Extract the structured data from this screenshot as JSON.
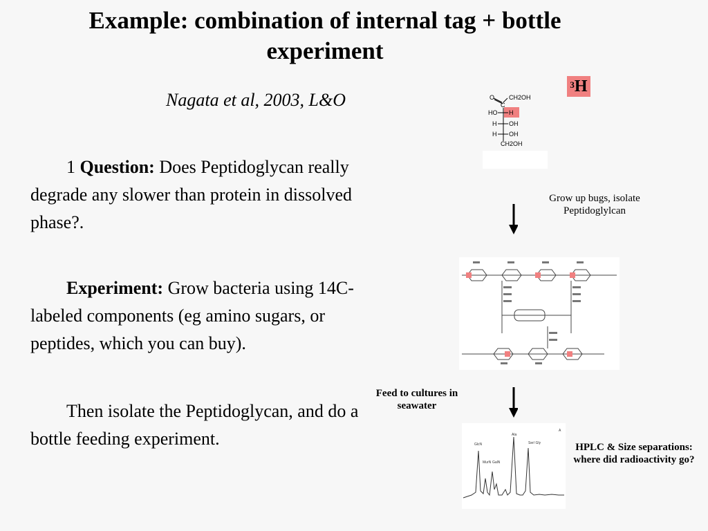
{
  "slide": {
    "title": "Example: combination of  internal tag + bottle experiment",
    "subtitle": "Nagata et al, 2003, L&O",
    "tag": {
      "sup": "3",
      "element": "H",
      "color": "#f08080"
    }
  },
  "body": {
    "p1_number": "1",
    "p1_label": "Question:",
    "p1_text": " Does Peptidoglycan really degrade any slower than protein in dissolved phase?.",
    "p2_label": "Experiment:",
    "p2_text": " Grow bacteria using 14C- labeled components (eg amino sugars, or peptides, which you can buy).",
    "p3_text": "Then isolate the Peptidoglycan, and do a bottle feeding experiment."
  },
  "molecule": {
    "top_left": "O",
    "top_right": "CH2OH",
    "c": "C",
    "row1": [
      "HO",
      "H"
    ],
    "row2": [
      "H",
      "OH"
    ],
    "row3": [
      "H",
      "OH"
    ],
    "bottom": "CH2OH"
  },
  "captions": {
    "step1": "Grow up bugs, isolate Peptidoglylcan",
    "step2": "Feed to cultures in seawater",
    "step3": "HPLC & Size separations: where did radioactivity go?"
  },
  "chromatogram": {
    "peak_labels": [
      "GlcN",
      "MurN",
      "GalN",
      "Ala",
      "Ser/ Gly"
    ],
    "corner": "A"
  }
}
